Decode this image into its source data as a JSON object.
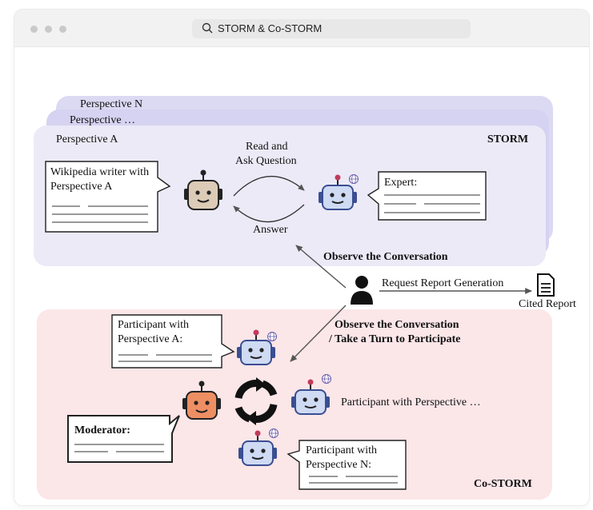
{
  "window": {
    "search_text": "STORM & Co-STORM"
  },
  "storm": {
    "title": "STORM",
    "perspective_n": "Perspective N",
    "perspective_dots": "Perspective …",
    "perspective_a": "Perspective A",
    "writer_bubble": [
      "Wikipedia writer with",
      "Perspective A"
    ],
    "expert_bubble": "Expert:",
    "read_ask": [
      "Read and",
      "Ask Question"
    ],
    "answer": "Answer"
  },
  "center": {
    "observe": "Observe the Conversation",
    "request": "Request Report Generation",
    "cited_report": "Cited Report",
    "observe_turn": [
      "Observe the Conversation",
      "/ Take a Turn to Participate"
    ]
  },
  "costorm": {
    "title": "Co-STORM",
    "participant_a": [
      "Participant with",
      "Perspective A:"
    ],
    "participant_dots": "Participant with Perspective …",
    "moderator": "Moderator:",
    "participant_n": [
      "Participant with",
      "Perspective N:"
    ]
  },
  "colors": {
    "storm_bg": "#eceaf7",
    "storm_back1": "#dcd9f3",
    "storm_back2": "#d3cff0",
    "costorm_bg": "#fbe6e8",
    "robot_brown": "#dccbb6",
    "robot_blue": "#cfdaf3",
    "robot_orange": "#ee8f63"
  },
  "icons": [
    "search-icon",
    "person-icon",
    "document-icon",
    "globe-icon",
    "cycle-icon"
  ]
}
